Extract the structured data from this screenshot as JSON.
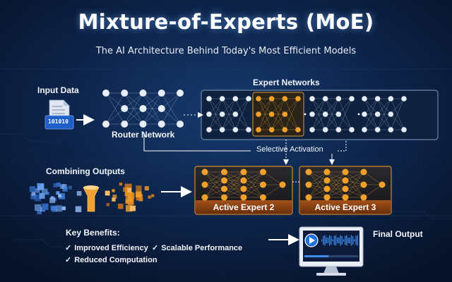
{
  "title": "Mixture-of-Experts (MoE)",
  "subtitle": "The AI Architecture Behind Today's Most Efficient Models",
  "labels": {
    "input_data": "Input Data",
    "file_code": "101010",
    "router_network": "Router Network",
    "expert_networks": "Expert Networks",
    "selective_activation": "Selective Activation",
    "combining_outputs": "Combining Outputs",
    "final_output": "Final Output"
  },
  "active_experts": [
    "Active Expert 2",
    "Active Expert 3"
  ],
  "benefits": {
    "heading": "Key Benefits:",
    "items": [
      "Improved Efficiency",
      "Scalable Performance",
      "Reduced Computation"
    ]
  },
  "colors": {
    "background": "#0a1a34",
    "active": "#f2a02c",
    "inactive_node": "#e6ecf5",
    "panel_border": "#6f84a8",
    "media_play": "#1f6fe0",
    "wave": "#3c8cf0"
  },
  "icons": [
    "document-icon",
    "funnel-icon",
    "monitor-icon",
    "play-icon",
    "checkmark-icon"
  ]
}
